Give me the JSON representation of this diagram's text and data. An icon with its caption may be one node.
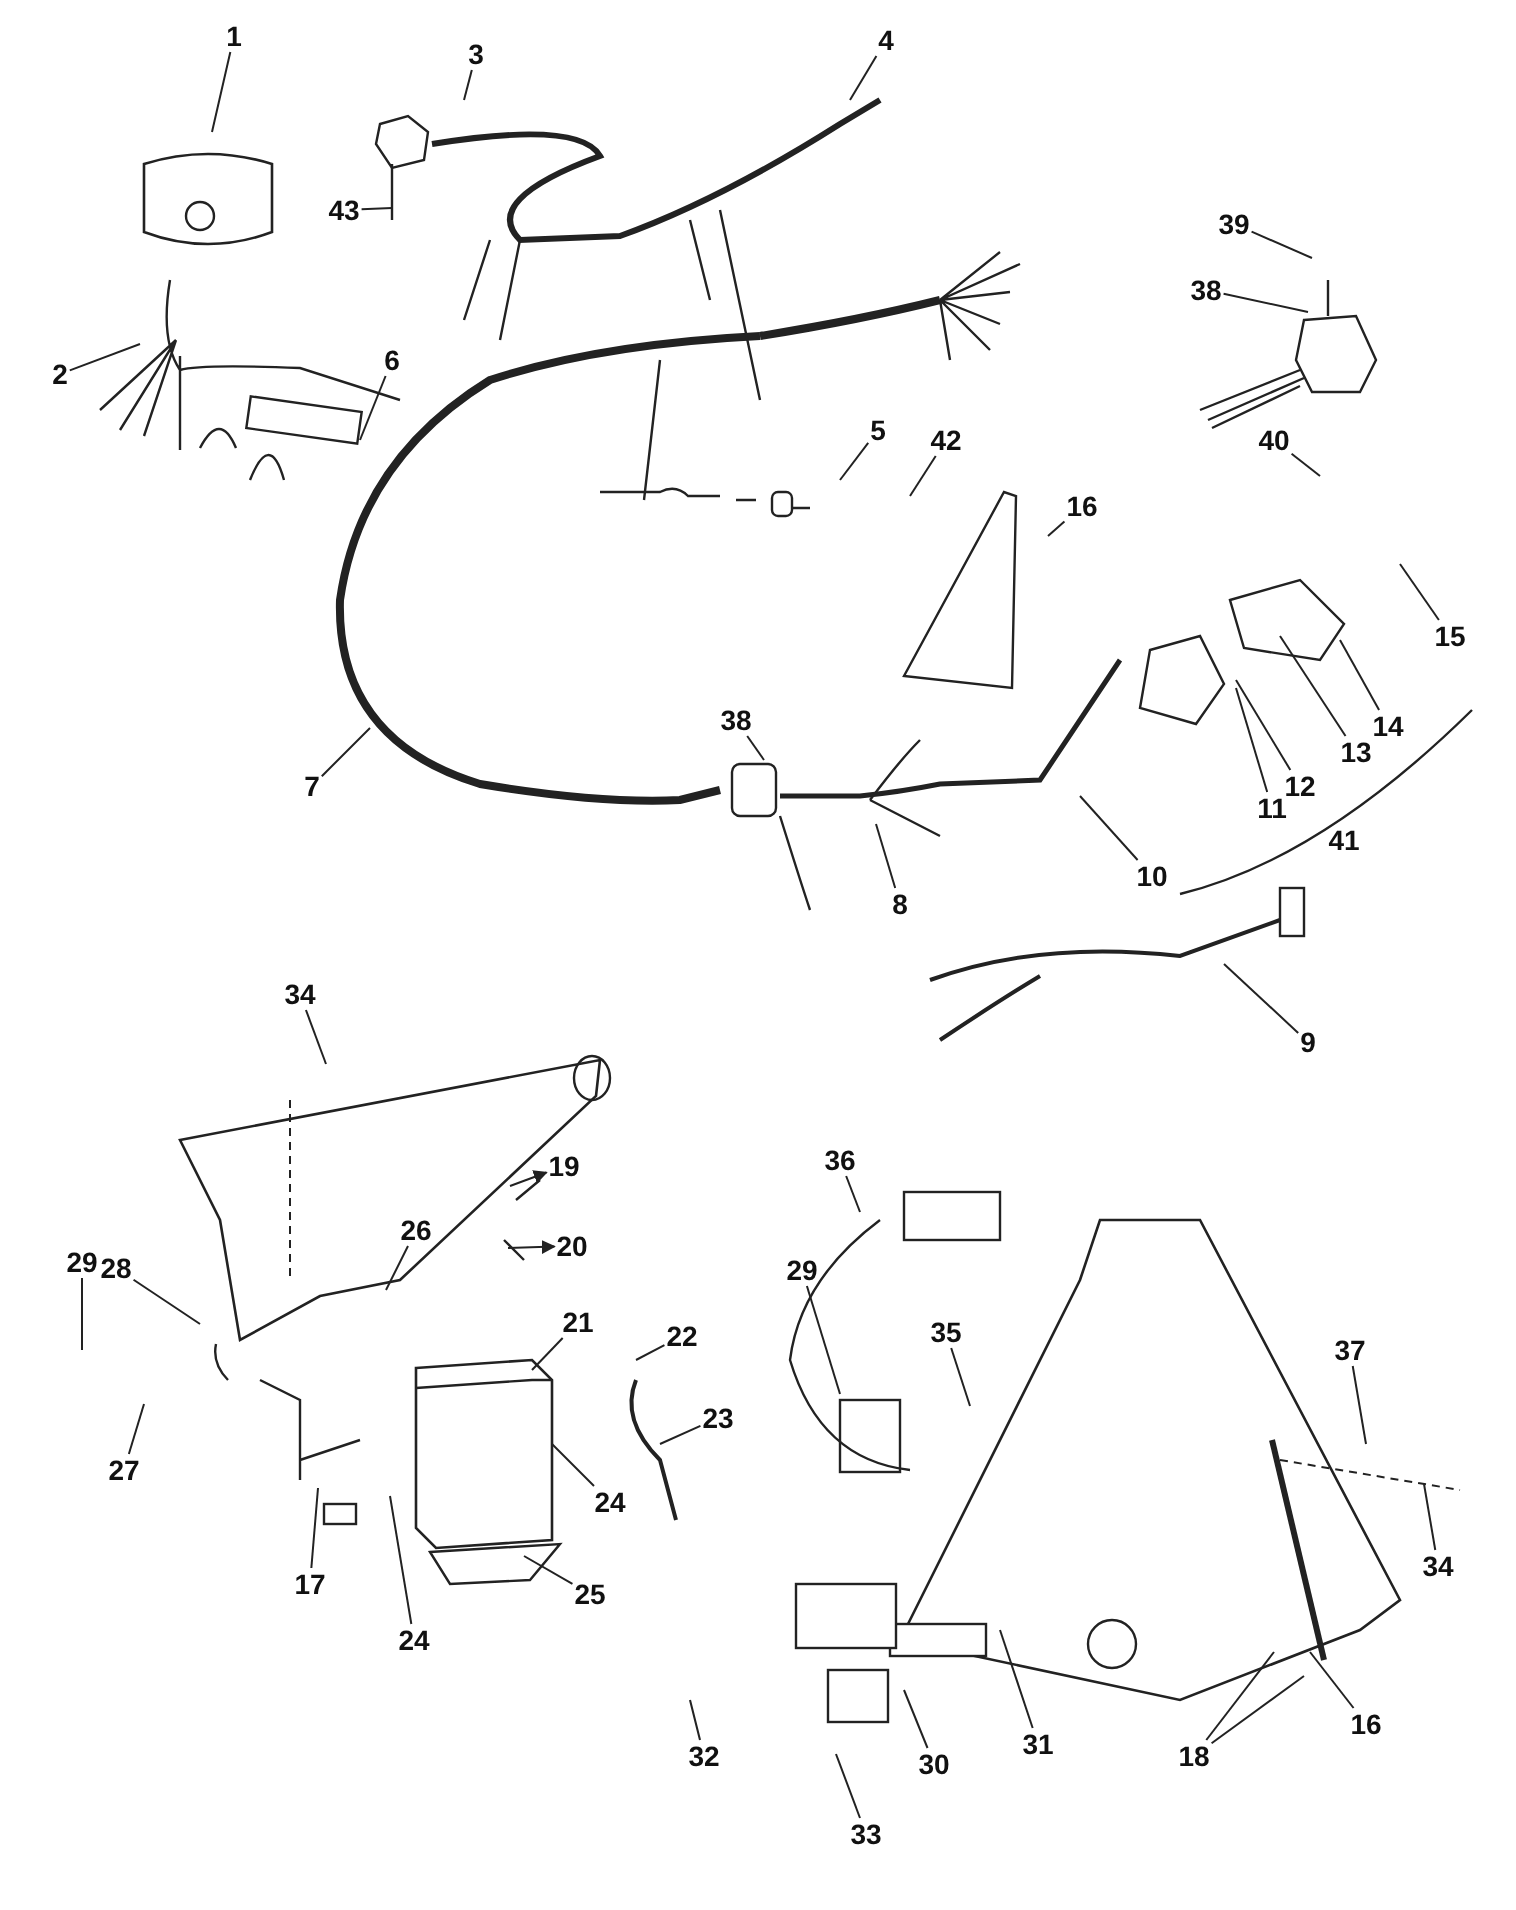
{
  "diagram": {
    "nodes": [
      {
        "text": [
          "1"
        ]
      },
      {
        "text": [
          "3"
        ]
      },
      {
        "text": [
          "4"
        ]
      },
      {
        "text": [
          "43"
        ]
      },
      {
        "text": [
          "39"
        ]
      },
      {
        "text": [
          "38"
        ]
      },
      {
        "text": [
          "2"
        ]
      },
      {
        "text": [
          "6"
        ]
      },
      {
        "text": [
          "40"
        ]
      },
      {
        "text": [
          "5"
        ]
      },
      {
        "text": [
          "42"
        ]
      },
      {
        "text": [
          "16"
        ]
      },
      {
        "text": [
          "15"
        ]
      },
      {
        "text": [
          "14"
        ]
      },
      {
        "text": [
          "13"
        ]
      },
      {
        "text": [
          "7"
        ]
      },
      {
        "text": [
          "38"
        ]
      },
      {
        "text": [
          "12"
        ]
      },
      {
        "text": [
          "11"
        ]
      },
      {
        "text": [
          "10"
        ]
      },
      {
        "text": [
          "8"
        ]
      },
      {
        "text": [
          "34"
        ]
      },
      {
        "text": [
          "9"
        ]
      },
      {
        "text": [
          "19"
        ]
      },
      {
        "text": [
          "36"
        ]
      },
      {
        "text": [
          "20"
        ]
      },
      {
        "text": [
          "26"
        ]
      },
      {
        "text": [
          "29"
        ]
      },
      {
        "text": [
          "28"
        ]
      },
      {
        "text": [
          "29"
        ]
      },
      {
        "text": [
          "21"
        ]
      },
      {
        "text": [
          "22"
        ]
      },
      {
        "text": [
          "35"
        ]
      },
      {
        "text": [
          "37"
        ]
      },
      {
        "text": [
          "23"
        ]
      },
      {
        "text": [
          "27"
        ]
      },
      {
        "text": [
          "24"
        ]
      },
      {
        "text": [
          "34"
        ]
      },
      {
        "text": [
          "25"
        ]
      },
      {
        "text": [
          "17"
        ]
      },
      {
        "text": [
          "24"
        ]
      },
      {
        "text": [
          "30"
        ]
      },
      {
        "text": [
          "31"
        ]
      },
      {
        "text": [
          "18"
        ]
      },
      {
        "text": [
          "16"
        ]
      },
      {
        "text": [
          "32"
        ]
      },
      {
        "text": [
          "33"
        ]
      }
    ],
    "edges": [
      {
        "from": 0,
        "to": null,
        "arrow": "none"
      },
      {
        "from": 1,
        "to": null,
        "arrow": "none"
      },
      {
        "from": 2,
        "to": null,
        "arrow": "none"
      },
      {
        "from": 3,
        "to": null,
        "arrow": "none"
      },
      {
        "from": 4,
        "to": null,
        "arrow": "none"
      },
      {
        "from": 5,
        "to": null,
        "arrow": "none"
      },
      {
        "from": 6,
        "to": null,
        "arrow": "none"
      },
      {
        "from": 7,
        "to": null,
        "arrow": "none"
      },
      {
        "from": 8,
        "to": null,
        "arrow": "none"
      },
      {
        "from": 9,
        "to": null,
        "arrow": "none"
      },
      {
        "from": 10,
        "to": null,
        "arrow": "none"
      },
      {
        "from": 11,
        "to": null,
        "arrow": "none"
      },
      {
        "from": 12,
        "to": null,
        "arrow": "none"
      },
      {
        "from": 13,
        "to": null,
        "arrow": "none"
      },
      {
        "from": 14,
        "to": null,
        "arrow": "none"
      },
      {
        "from": 15,
        "to": null,
        "arrow": "none"
      },
      {
        "from": 16,
        "to": null,
        "arrow": "none"
      },
      {
        "from": 17,
        "to": null,
        "arrow": "none"
      },
      {
        "from": 18,
        "to": null,
        "arrow": "none"
      },
      {
        "from": 19,
        "to": null,
        "arrow": "none"
      },
      {
        "from": 20,
        "to": null,
        "arrow": "none"
      },
      {
        "from": 21,
        "to": null,
        "arrow": "none"
      },
      {
        "from": 22,
        "to": null,
        "arrow": "none"
      },
      {
        "from": null,
        "to": 23,
        "arrow": "to"
      },
      {
        "from": 24,
        "to": null,
        "arrow": "none"
      },
      {
        "from": null,
        "to": 25,
        "arrow": "to"
      },
      {
        "from": 26,
        "to": null,
        "arrow": "none"
      },
      {
        "from": 27,
        "to": null,
        "arrow": "none"
      },
      {
        "from": 28,
        "to": null,
        "arrow": "none"
      },
      {
        "from": 29,
        "to": null,
        "arrow": "none"
      },
      {
        "from": 30,
        "to": null,
        "arrow": "none"
      },
      {
        "from": 31,
        "to": null,
        "arrow": "none"
      },
      {
        "from": 32,
        "to": null,
        "arrow": "none"
      },
      {
        "from": 33,
        "to": null,
        "arrow": "none"
      },
      {
        "from": 34,
        "to": null,
        "arrow": "none"
      },
      {
        "from": 35,
        "to": null,
        "arrow": "none"
      },
      {
        "from": 36,
        "to": null,
        "arrow": "none"
      },
      {
        "from": 37,
        "to": null,
        "arrow": "none"
      },
      {
        "from": 38,
        "to": null,
        "arrow": "none"
      },
      {
        "from": 39,
        "to": null,
        "arrow": "none"
      },
      {
        "from": 40,
        "to": null,
        "arrow": "none"
      },
      {
        "from": 41,
        "to": null,
        "arrow": "none"
      },
      {
        "from": 42,
        "to": null,
        "arrow": "none"
      },
      {
        "from": 43,
        "to": null,
        "arrow": "none"
      },
      {
        "from": 43,
        "to": null,
        "arrow": "none"
      },
      {
        "from": 44,
        "to": null,
        "arrow": "none"
      },
      {
        "from": 45,
        "to": null,
        "arrow": "none"
      },
      {
        "from": 46,
        "to": null,
        "arrow": "none"
      }
    ],
    "labels": [
      "41"
    ]
  }
}
